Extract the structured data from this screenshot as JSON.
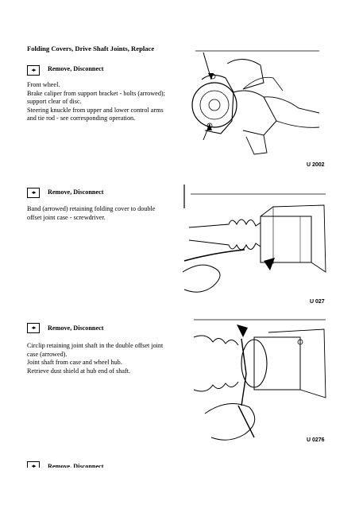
{
  "title": "Folding Covers, Drive Shaft Joints, Replace",
  "step_icon_glyph": "◂▸",
  "sections": [
    {
      "heading": "Remove, Disconnect",
      "lines": [
        "Front wheel.",
        "Brake caliper from support bracket - bolts (arrowed); support clear of disc.",
        "Steering knuckle from upper and lower control arms and tie rod - see corresponding operation."
      ],
      "figure_label": "U 2002"
    },
    {
      "heading": "Remove, Disconnect",
      "lines": [
        "Band (arrowed) retaining folding cover to double offset joint case - screwdriver."
      ],
      "figure_label": "U 027"
    },
    {
      "heading": "Remove, Disconnect",
      "lines": [
        "Circlip retaining joint shaft in the double offset joint case (arrowed).",
        "Joint shaft from case and wheel hub.",
        "Retrieve dust shield at hub end of shaft."
      ],
      "figure_label": "U 0276"
    },
    {
      "heading": "Remove, Disconnect"
    }
  ]
}
